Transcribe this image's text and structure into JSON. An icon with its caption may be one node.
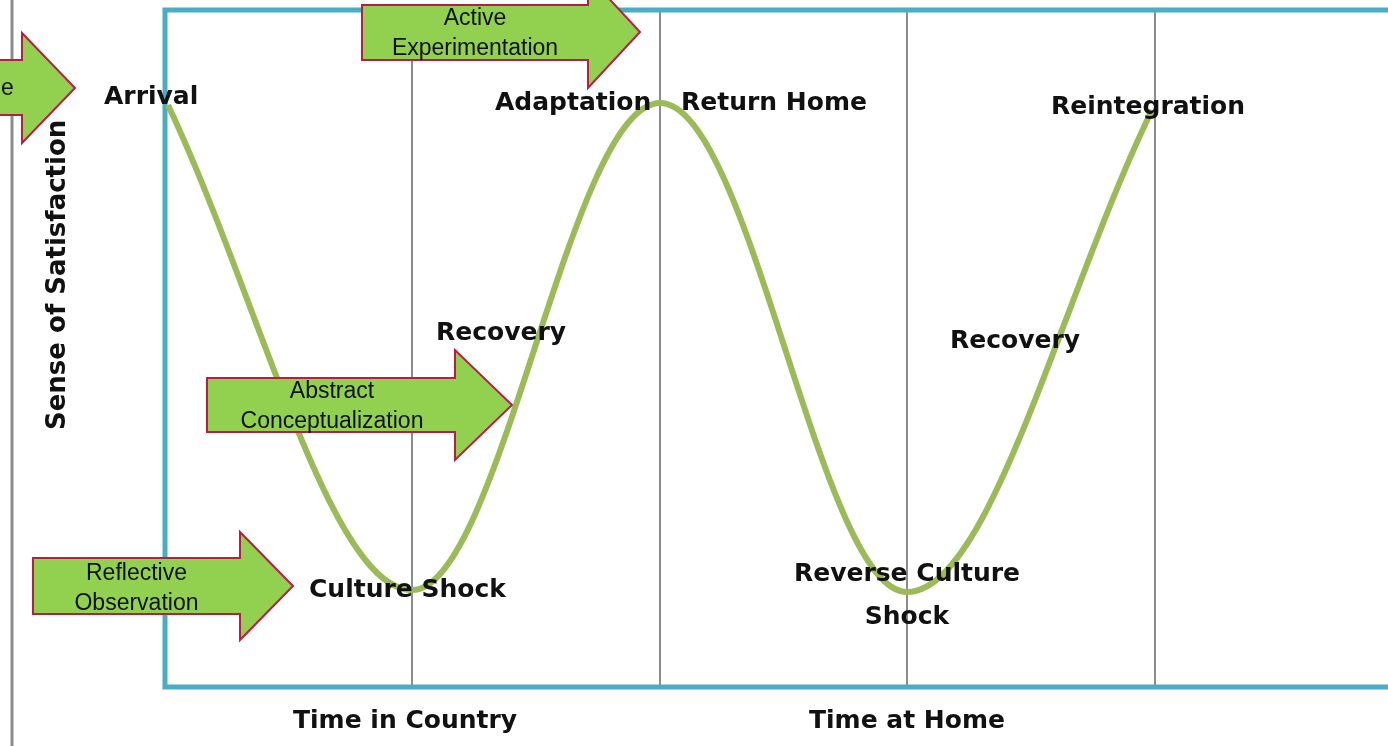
{
  "diagram": {
    "nodes": [
      {
        "text": [
          "e"
        ]
      },
      {
        "text": [
          "Active Experimentation"
        ]
      },
      {
        "text": [
          "Abstract Conceptualization"
        ]
      },
      {
        "text": [
          "Reflective Observation"
        ]
      }
    ],
    "labels": [
      "Arrival",
      "Adaptation",
      "Return Home",
      "Reintegration",
      "Sense of Satisfaction",
      "Recovery",
      "Recovery",
      "Reverse Culture Shock",
      "Culture Shock",
      "Time in Country",
      "Time at Home"
    ]
  }
}
